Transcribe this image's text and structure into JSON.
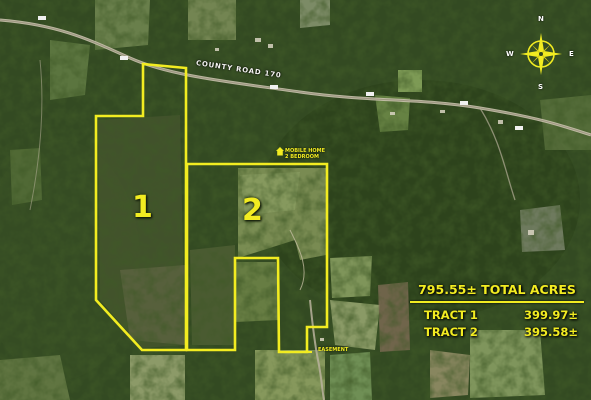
{
  "map": {
    "road_name": "COUNTY ROAD 170",
    "tracts": [
      {
        "number": "1"
      },
      {
        "number": "2"
      }
    ],
    "mobile_home_label_line1": "MOBILE HOME",
    "mobile_home_label_line2": "2 BEDROOM",
    "easement_label": "EASEMENT",
    "home_icon": "house-icon",
    "compass": {
      "n": "N",
      "s": "S",
      "e": "E",
      "w": "W",
      "icon": "compass-rose-icon"
    },
    "boundary_color": "#f2ec21"
  },
  "summary": {
    "total": "795.55± TOTAL ACRES",
    "rows": [
      {
        "label": "TRACT 1",
        "value": "399.97±"
      },
      {
        "label": "TRACT 2",
        "value": "395.58±"
      }
    ]
  }
}
